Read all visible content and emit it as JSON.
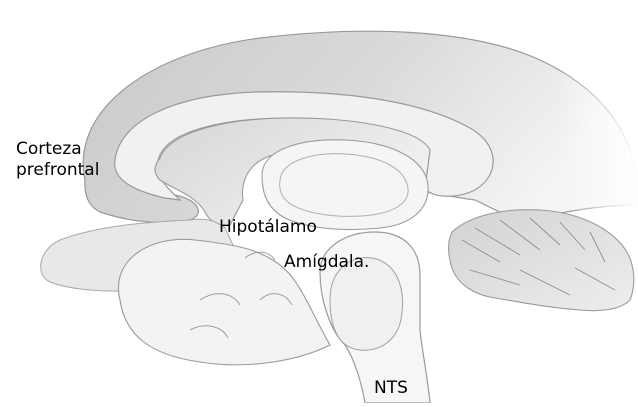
{
  "labels": {
    "cortex_line1": "Corteza",
    "cortex_line2": "prefrontal",
    "hypothalamus": "Hipotálamo",
    "amygdala": "Amígdala.",
    "nts": "NTS"
  },
  "colors": {
    "background": "#ffffff",
    "brain_fill": "#cfcfcf",
    "brain_fill_light": "#ececec",
    "outline": "#9a9a9a",
    "label_text": "#000000"
  }
}
